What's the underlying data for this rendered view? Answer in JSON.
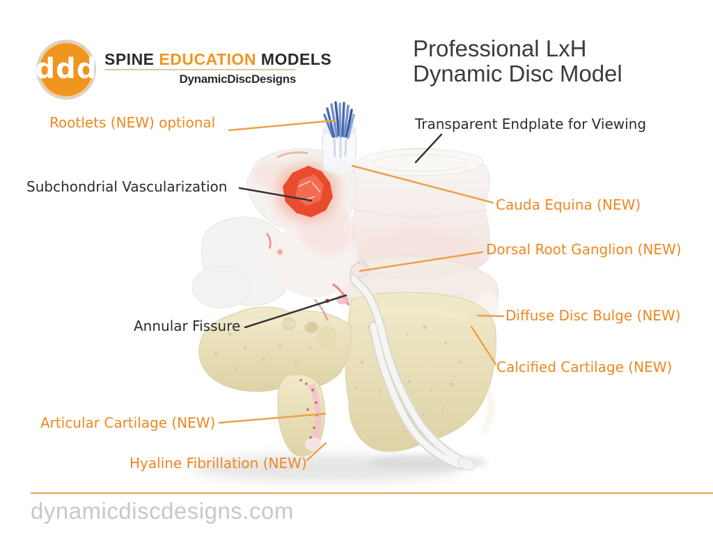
{
  "page": {
    "background": "#FFFFFF"
  },
  "colors": {
    "accent_orange": "#F0861F",
    "logo_orange": "#F0951F",
    "label_dark": "#2B2B2B",
    "title_gray": "#3B3B3B",
    "footer_text_gray": "#C5C8CD",
    "footer_rule_orange": "#EBA44E",
    "brand_rule_tan": "#DCC9A2"
  },
  "logo": {
    "monogram": "ddd",
    "brand": {
      "word1": "SPINE",
      "word2": "EDUCATION",
      "word3": "MODELS"
    },
    "tagline": "DynamicDiscDesigns"
  },
  "title": {
    "line1": "Professional LxH",
    "line2": "Dynamic Disc Model"
  },
  "annotations": [
    {
      "id": "rootlets",
      "label": "Rootlets (NEW) optional",
      "color": "orange"
    },
    {
      "id": "endplate",
      "label": "Transparent Endplate for Viewing",
      "color": "dark"
    },
    {
      "id": "subchondrial",
      "label": "Subchondrial Vascularization",
      "color": "dark"
    },
    {
      "id": "cauda",
      "label": "Cauda Equina (NEW)",
      "color": "orange"
    },
    {
      "id": "drg",
      "label": "Dorsal Root Ganglion (NEW)",
      "color": "orange"
    },
    {
      "id": "annular",
      "label": "Annular Fissure",
      "color": "dark"
    },
    {
      "id": "bulge",
      "label": "Diffuse Disc Bulge (NEW)",
      "color": "orange"
    },
    {
      "id": "calcified",
      "label": "Calcified Cartilage (NEW)",
      "color": "orange"
    },
    {
      "id": "articular",
      "label": "Articular Cartilage (NEW)",
      "color": "orange"
    },
    {
      "id": "hyaline",
      "label": "Hyaline Fibrillation (NEW)",
      "color": "orange"
    }
  ],
  "figure": {
    "parts": [
      "blue-nerve-rootlets",
      "frosted-cylinder",
      "upper-vertebral-body",
      "intervertebral-disc",
      "posterior-elements",
      "vascularization-blob",
      "lower-vertebra-bone",
      "white-nerve-root-tube",
      "inferior-articular-process"
    ]
  },
  "footer": {
    "url": "dynamicdiscdesigns.com"
  }
}
